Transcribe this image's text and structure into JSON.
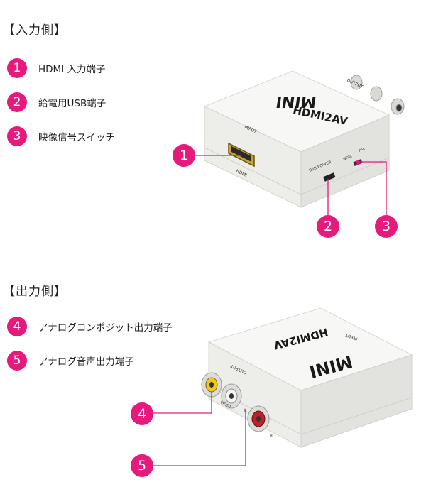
{
  "colors": {
    "accent": "#e6197d",
    "device_body": "#f4f4f2",
    "device_shade": "#dcdcd8"
  },
  "input_section": {
    "title": "【入力側】",
    "items": [
      {
        "number": "1",
        "label": "HDMI 入力端子"
      },
      {
        "number": "2",
        "label": "給電用USB端子"
      },
      {
        "number": "3",
        "label": "映像信号スイッチ"
      }
    ],
    "callouts": [
      "1",
      "2",
      "3"
    ],
    "device_labels": {
      "brand": "MINI",
      "model": "HDMI2AV",
      "input": "INPUT",
      "hdmi": "HDMI",
      "usb_power": "USB/POWER",
      "ntsc": "NTSC",
      "pal": "PAL",
      "output": "OUTPUT"
    }
  },
  "output_section": {
    "title": "【出力側】",
    "items": [
      {
        "number": "4",
        "label": "アナログコンポジット出力端子"
      },
      {
        "number": "5",
        "label": "アナログ音声出力端子"
      }
    ],
    "callouts": [
      "4",
      "5"
    ],
    "device_labels": {
      "brand": "MINI",
      "model": "HDMI2AV",
      "input": "INPUT",
      "output": "OUTPUT",
      "video": "VIDEO",
      "l": "L",
      "r": "R"
    }
  }
}
